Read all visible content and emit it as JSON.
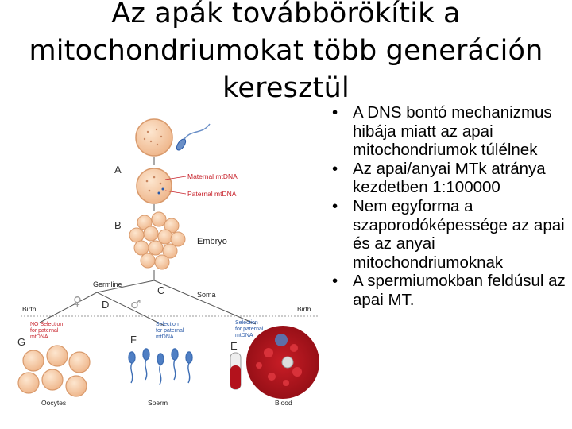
{
  "slide": {
    "title_lines": [
      "Az apák továbbörökítik a",
      "mitochondriumokat több generáción",
      "keresztül"
    ],
    "bullets": [
      "A DNS bontó mechanizmus hibája miatt az apai mitochondriumok túlélnek",
      "Az apai/anyai MTk atránya kezdetben 1:100000",
      "Nem egyforma a szaporodóképessége az apai és az anyai mitochondriumoknak",
      "A spermiumokban feldúsul az apai MT."
    ]
  },
  "diagram": {
    "panel_labels": {
      "a": "A",
      "b": "B",
      "c": "C",
      "d": "D",
      "e": "E",
      "f": "F",
      "g": "G"
    },
    "maternal_label": "Maternal mtDNA",
    "paternal_label": "Paternal mtDNA",
    "embryo_label": "Embryo",
    "germline_label": "Germline",
    "soma_label": "Soma",
    "birth_left": "Birth",
    "birth_right": "Birth",
    "no_selection": [
      "NO Selection",
      "for paternal",
      "mtDNA"
    ],
    "selection_sperm": [
      "Selection",
      "for paternal",
      "mtDNA"
    ],
    "selection_blood": [
      "Selection",
      "for paternal",
      "mtDNA"
    ],
    "oocytes_label": "Oocytes",
    "sperm_label": "Sperm",
    "blood_label": "Blood",
    "female_symbol": "♀",
    "male_symbol": "♂",
    "colors": {
      "cell": "#f6cba6",
      "cell_stroke": "#d99a6c",
      "sperm_head": "#3f6fb5",
      "blood": "#b3121c",
      "label_red": "#c8232c",
      "label_blue": "#2a5aa8"
    }
  }
}
